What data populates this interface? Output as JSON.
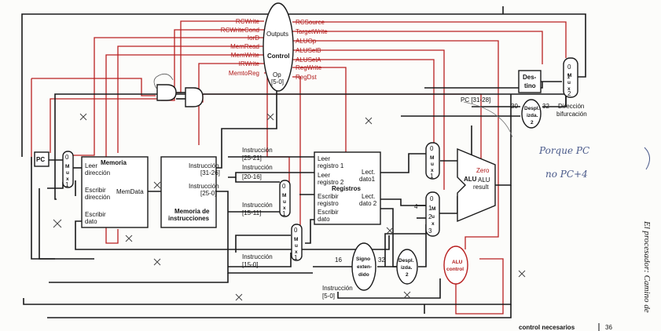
{
  "colors": {
    "control_wire": "#b82020",
    "datapath_wire": "#1a1a1a",
    "handwriting": "#4a5a8a"
  },
  "control": {
    "title": "Control",
    "outputs_label": "Outputs",
    "op_label": "Op",
    "op_bits": "[5-0]",
    "signals_left": [
      "RCWrite",
      "RCWriteCond",
      "IorD",
      "MemRead",
      "MemWrite",
      "IRWrite",
      "MemtoReg"
    ],
    "signals_right": [
      "RCSource",
      "TargetWrite",
      "ALUOp",
      "ALUSelB",
      "ALUSelA",
      "RegWrite",
      "RegDst"
    ]
  },
  "pc": {
    "label": "PC"
  },
  "mux": {
    "letters": [
      "M",
      "u",
      "x"
    ],
    "zero": "0",
    "one": "1",
    "two": "2",
    "three": "3"
  },
  "memoria": {
    "title": "Memoria",
    "leer_direccion": [
      "Leer",
      "dirección"
    ],
    "escribir_direccion": [
      "Escribir",
      "dirección"
    ],
    "escribir_dato": [
      "Escribir",
      "dato"
    ],
    "memdata": "MemData"
  },
  "instr_mem": {
    "title": [
      "Memoria de",
      "instrucciones"
    ],
    "out1": [
      "Instrucción",
      "[31-26]"
    ],
    "out2": [
      "Instrucción",
      "[25-0]"
    ]
  },
  "instr_fields": {
    "f1": [
      "Instrucción",
      "[25-21]"
    ],
    "f2": [
      "Instrucción",
      "[20-16]"
    ],
    "f3": [
      "Instrucción",
      "[15-11]"
    ],
    "f4": [
      "Instrucción",
      "[15-0]"
    ],
    "f5": [
      "Instrucción",
      "[5-0]"
    ]
  },
  "registros": {
    "title": "Registros",
    "leer1": [
      "Leer",
      "registro 1"
    ],
    "leer2": [
      "Leer",
      "registro 2"
    ],
    "escribir_reg": [
      "Escribir",
      "registro"
    ],
    "escribir_dato": [
      "Escribir",
      "dato"
    ],
    "lect1": [
      "Lect.",
      "dato1"
    ],
    "lect2": [
      "Lect.",
      "dato 2"
    ]
  },
  "alu": {
    "label": "ALU",
    "zero": "Zero",
    "result": [
      "ALU",
      "result"
    ]
  },
  "alu_control": {
    "label": [
      "ALU",
      "control"
    ]
  },
  "sign_ext": {
    "label": [
      "Signo",
      "exten-",
      "dido"
    ],
    "in_bits": "16",
    "out_bits": "32"
  },
  "shift_lower": {
    "label": [
      "Despl.",
      "izda.",
      "2"
    ]
  },
  "shift_upper": {
    "label": [
      "Despl.",
      "izda.",
      "2"
    ],
    "in_bits": "30",
    "out_bits": "32"
  },
  "destino": {
    "label": [
      "Des-",
      "tino"
    ]
  },
  "pc_bits": "PC [31-28]",
  "const_four": "4",
  "direccion_bifurcacion": [
    "Dirección",
    "bifurcación"
  ],
  "handwriting": [
    "Porque PC",
    "no PC+4"
  ],
  "side_text": "El procesador: Camino de",
  "footer": {
    "text": "control necesarios",
    "page": "36"
  }
}
